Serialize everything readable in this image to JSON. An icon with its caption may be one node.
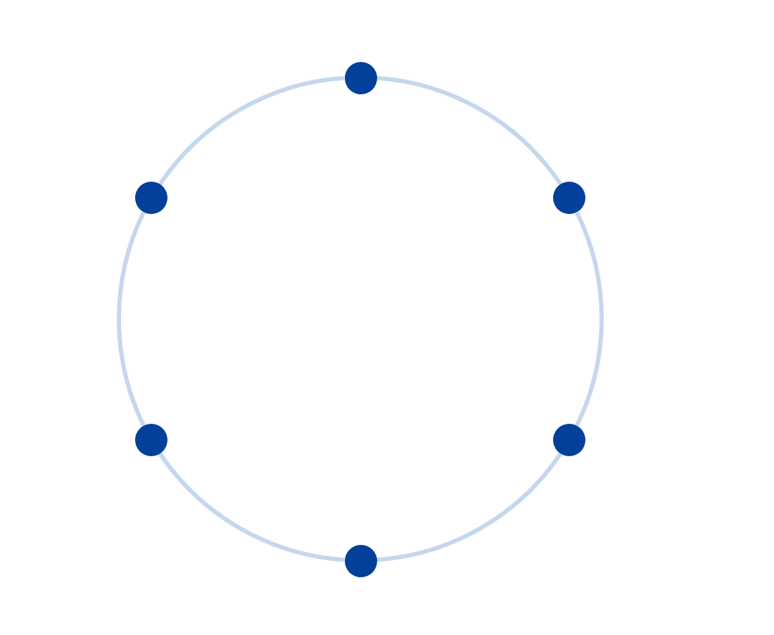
{
  "diagram": {
    "nodes": [
      {
        "text": [],
        "shape": "circle"
      },
      {
        "text": [],
        "shape": "circle"
      },
      {
        "text": [],
        "shape": "circle"
      },
      {
        "text": [],
        "shape": "circle"
      },
      {
        "text": [],
        "shape": "circle"
      },
      {
        "text": [],
        "shape": "circle"
      }
    ],
    "edges": [
      {
        "from": 0,
        "to": 2,
        "arrow": "none"
      },
      {
        "from": 2,
        "to": 4,
        "arrow": "none"
      },
      {
        "from": 4,
        "to": 5,
        "arrow": "none"
      },
      {
        "from": 5,
        "to": 3,
        "arrow": "none"
      },
      {
        "from": 3,
        "to": 1,
        "arrow": "none"
      },
      {
        "from": 1,
        "to": 0,
        "arrow": "none"
      }
    ]
  }
}
